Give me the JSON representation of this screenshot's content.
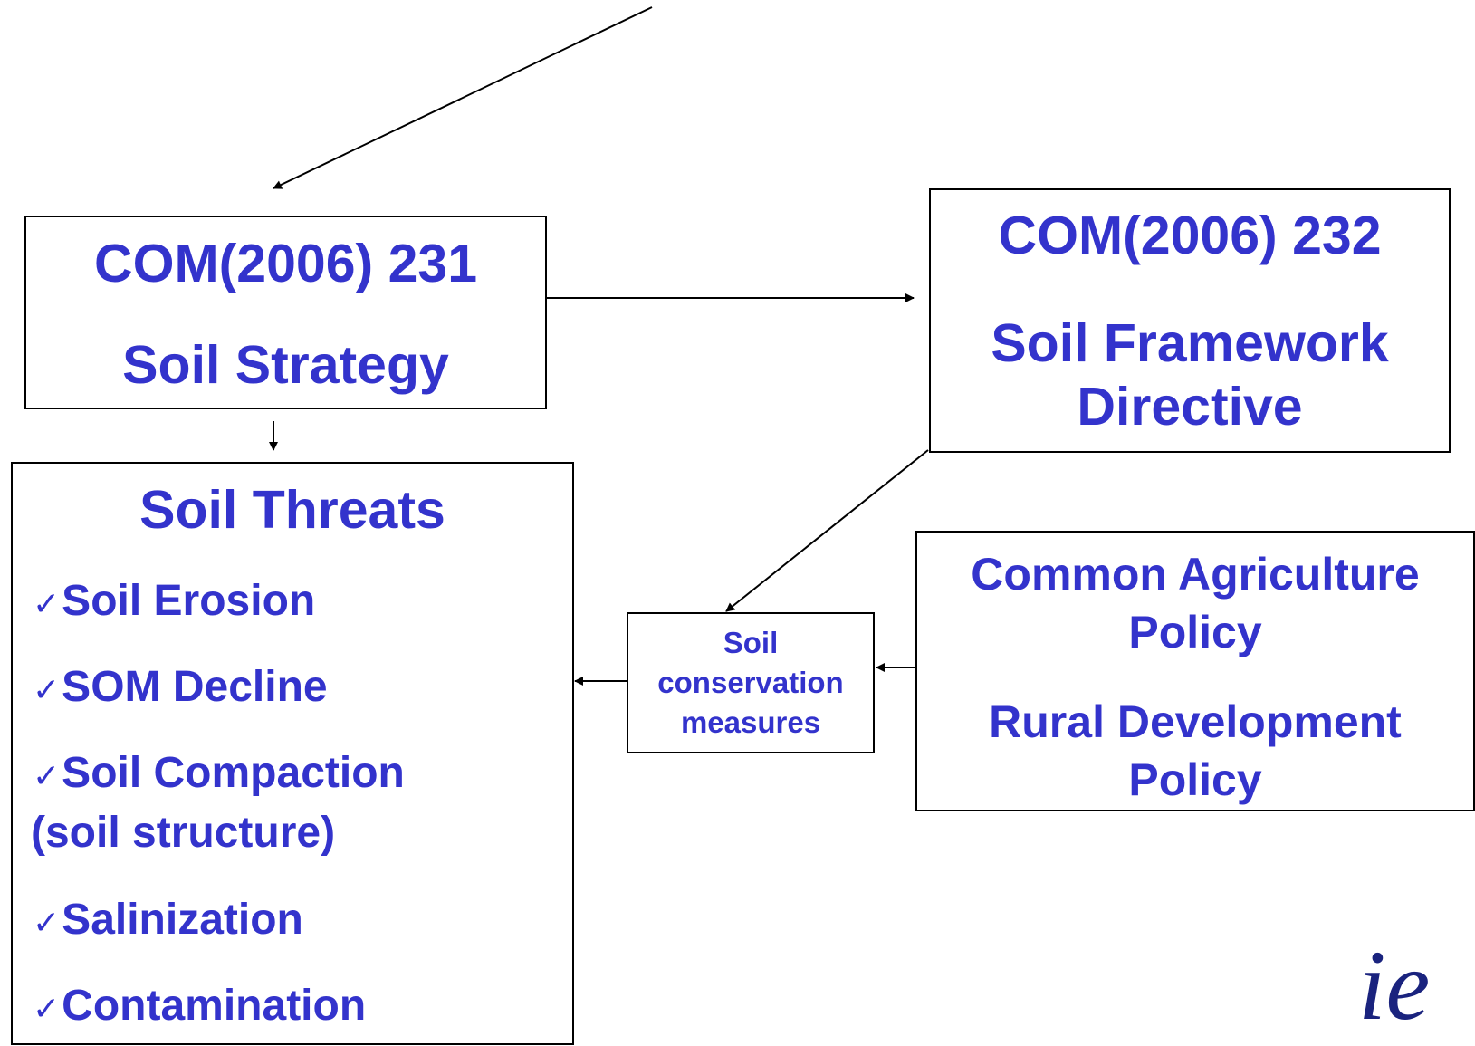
{
  "top_title": "",
  "box_231": {
    "code": "COM(2006) 231",
    "name": "Soil Strategy"
  },
  "box_232": {
    "code": "COM(2006) 232",
    "name_line1": "Soil Framework",
    "name_line2": "Directive"
  },
  "threats": {
    "heading": "Soil Threats",
    "items": [
      "Soil Erosion",
      "SOM Decline",
      "Soil Compaction",
      "Salinization",
      "Contamination"
    ],
    "compaction_note": "(soil structure)"
  },
  "conservation": {
    "line1": "Soil",
    "line2": "conservation",
    "line3": "measures"
  },
  "policy": {
    "line1": "Common Agriculture",
    "line2": "Policy",
    "line3": "Rural Development",
    "line4": "Policy"
  },
  "logo_text": "ie",
  "colors": {
    "text": "#3333cc",
    "border": "#000000",
    "background": "#ffffff"
  }
}
